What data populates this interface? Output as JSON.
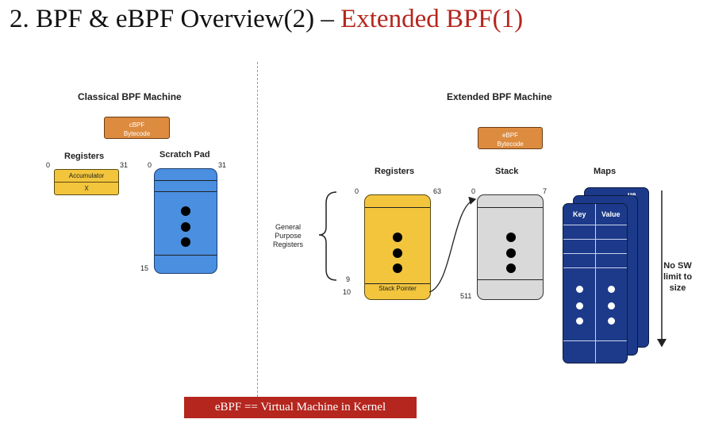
{
  "title": {
    "main": "2. BPF & eBPF Overview(2) – ",
    "accent": "Extended BPF(1)"
  },
  "classical": {
    "heading": "Classical BPF Machine",
    "bytecode": [
      "cBPF",
      "Bytecode"
    ],
    "registers": {
      "label": "Registers",
      "bit_low": "0",
      "bit_high": "31",
      "rows": [
        "Accumulator",
        "X"
      ]
    },
    "scratch": {
      "label": "Scratch Pad",
      "bit_low": "0",
      "bit_high": "31",
      "last_index": "15"
    }
  },
  "extended": {
    "heading": "Extended BPF Machine",
    "bytecode": [
      "eBPF",
      "Bytecode"
    ],
    "registers": {
      "label": "Registers",
      "bit_low": "0",
      "bit_high": "63",
      "gp_label": [
        "General",
        "Purpose",
        "Registers"
      ],
      "idx_9": "9",
      "idx_10": "10",
      "stack_pointer": "Stack Pointer"
    },
    "stack": {
      "label": "Stack",
      "bit_low": "0",
      "bit_high": "7",
      "last_index": "511"
    },
    "maps": {
      "label": "Maps",
      "col_key": "Key",
      "col_value": "Value",
      "back_hint": "ue",
      "limit_note": [
        "No SW",
        "limit to",
        "size"
      ]
    }
  },
  "banner": "eBPF == Virtual Machine in Kernel",
  "colors": {
    "accent_red": "#b5261e",
    "bytecode_orange": "#dc8b3f",
    "register_yellow": "#f2c53d",
    "scratch_blue": "#4a8fe0",
    "stack_gray": "#d9d9d9",
    "map_navy": "#1d3a8a"
  }
}
